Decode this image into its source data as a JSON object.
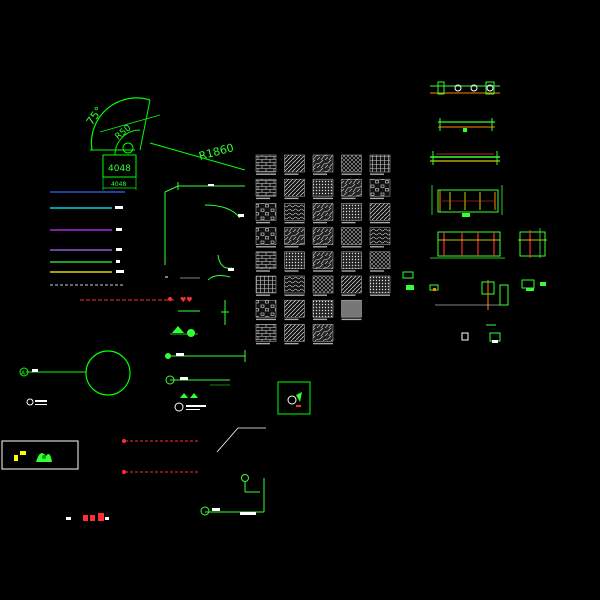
{
  "drawing": {
    "background": "#000000",
    "dimensions": {
      "angle_label": "75°",
      "radius_1": "R50",
      "radius_2": "R1860",
      "width_a": "4048",
      "width_b": "4048"
    },
    "colors": {
      "green": "#00ff00",
      "bright_green": "#33ff33",
      "dark_green": "#00aa00",
      "white": "#ffffff",
      "light_gray": "#cccccc",
      "red": "#ff3030",
      "orange": "#ff8800",
      "yellow": "#ffff00",
      "blue": "#3366ff",
      "cyan": "#00ffff",
      "magenta": "#ff00ff",
      "purple": "#9955ff",
      "pink": "#ff66cc"
    }
  }
}
